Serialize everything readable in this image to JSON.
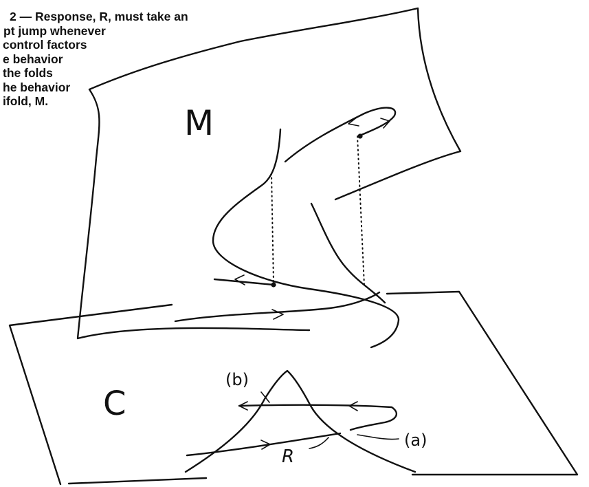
{
  "caption": {
    "lines": [
      "2 — Response, R, must take an",
      "pt jump whenever",
      "control factors",
      "e behavior",
      "the folds",
      "he behavior",
      "ifold, M."
    ]
  },
  "labels": {
    "manifold": "M",
    "control_plane": "C",
    "point_b": "(b)",
    "point_a": "(a)",
    "region_r": "R"
  },
  "colors": {
    "ink": "#111111",
    "paper": "#ffffff"
  }
}
